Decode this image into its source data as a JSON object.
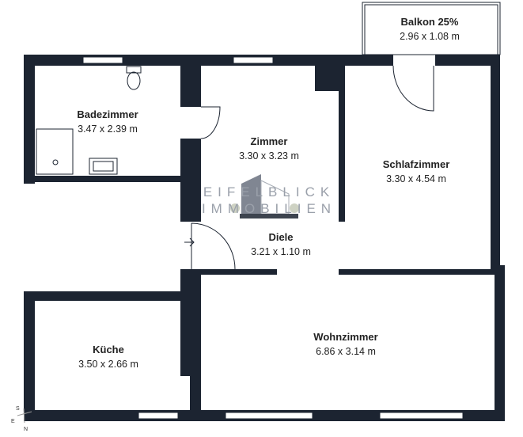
{
  "rooms": [
    {
      "name": "Balkon 25%",
      "dims": "2.96 x 1.08 m"
    },
    {
      "name": "Badezimmer",
      "dims": "3.47 x 2.39 m"
    },
    {
      "name": "Zimmer",
      "dims": "3.30 x 3.23 m"
    },
    {
      "name": "Schlafzimmer",
      "dims": "3.30 x 4.54 m"
    },
    {
      "name": "Diele",
      "dims": "3.21 x 1.10 m"
    },
    {
      "name": "Küche",
      "dims": "3.50 x 2.66 m"
    },
    {
      "name": "Wohnzimmer",
      "dims": "6.86 x 3.14 m"
    }
  ],
  "logo": {
    "line1": "EIFELBLICK",
    "line2": "IMMOBILIEN"
  },
  "compass": {
    "s": "S",
    "e": "E",
    "n": "N"
  },
  "colors": {
    "wall": "#1c2431",
    "logo": "#9aa0aa"
  }
}
